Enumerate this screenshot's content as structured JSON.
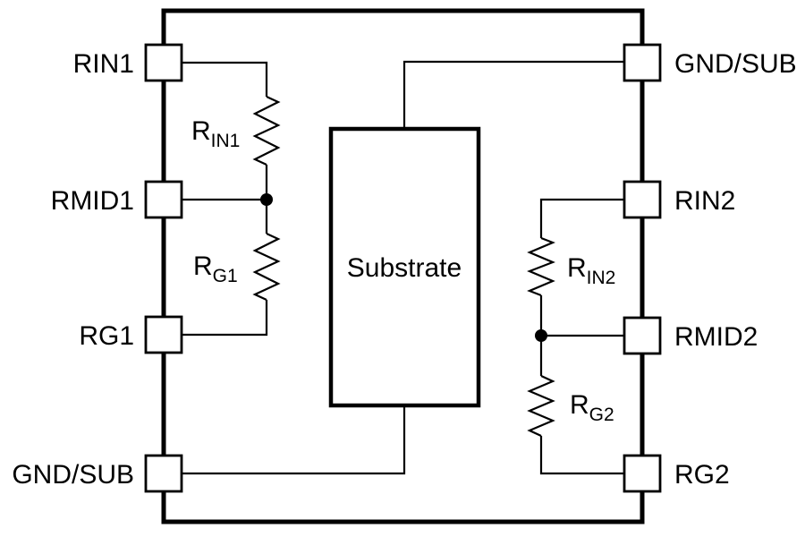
{
  "diagram": {
    "colors": {
      "line": "#000000",
      "background": "#ffffff",
      "pin_fill": "#ffffff"
    },
    "chip": {
      "substrate_label": "Substrate",
      "left_pins": [
        {
          "label": "RIN1"
        },
        {
          "label": "RMID1"
        },
        {
          "label": "RG1"
        },
        {
          "label": "GND/SUB"
        }
      ],
      "right_pins": [
        {
          "label": "GND/SUB"
        },
        {
          "label": "RIN2"
        },
        {
          "label": "RMID2"
        },
        {
          "label": "RG2"
        }
      ],
      "resistors": [
        {
          "main": "R",
          "sub": "IN1"
        },
        {
          "main": "R",
          "sub": "G1"
        },
        {
          "main": "R",
          "sub": "IN2"
        },
        {
          "main": "R",
          "sub": "G2"
        }
      ]
    }
  }
}
